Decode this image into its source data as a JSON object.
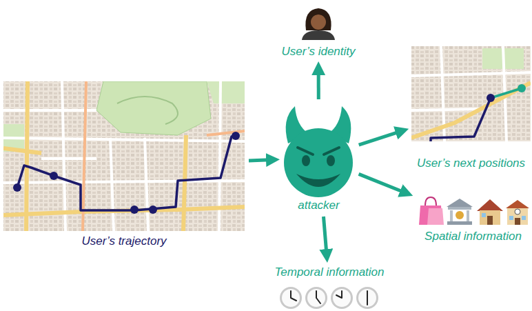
{
  "diagram": {
    "nodes": [
      {
        "text": [
          "User’s trajectory"
        ]
      },
      {
        "text": [
          "attacker"
        ]
      },
      {
        "text": [
          "User’s identity"
        ]
      },
      {
        "text": [
          "User’s next positions"
        ]
      },
      {
        "text": [
          "Spatial information"
        ]
      },
      {
        "text": [
          "Temporal information"
        ]
      }
    ],
    "edges": [
      {
        "from": 0,
        "to": 1,
        "arrow": "to"
      },
      {
        "from": 1,
        "to": 2,
        "arrow": "to"
      },
      {
        "from": 1,
        "to": 3,
        "arrow": "to"
      },
      {
        "from": 1,
        "to": 4,
        "arrow": "to"
      },
      {
        "from": 1,
        "to": 5,
        "arrow": "to"
      }
    ]
  }
}
